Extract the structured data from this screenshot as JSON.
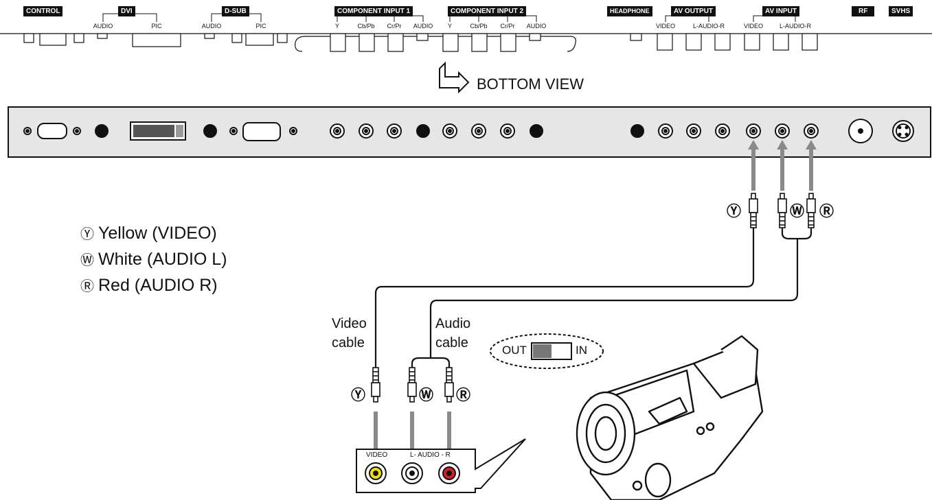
{
  "top_panel": {
    "sections": [
      {
        "id": "control",
        "label": "CONTROL"
      },
      {
        "id": "dvi",
        "label": "DVI",
        "subs": [
          "AUDIO",
          "PIC"
        ]
      },
      {
        "id": "dsub",
        "label": "D-SUB",
        "subs": [
          "AUDIO",
          "PIC"
        ]
      },
      {
        "id": "comp1",
        "label": "COMPONENT INPUT 1",
        "subs": [
          "Y",
          "Cb/Pb",
          "Cr/Pr",
          "AUDIO"
        ]
      },
      {
        "id": "comp2",
        "label": "COMPONENT INPUT 2",
        "subs": [
          "Y",
          "Cb/Pb",
          "Cr/Pr",
          "AUDIO"
        ]
      },
      {
        "id": "headphone",
        "label": "HEADPHONE"
      },
      {
        "id": "avout",
        "label": "AV OUTPUT",
        "subs": [
          "VIDEO",
          "L-AUDIO-R"
        ]
      },
      {
        "id": "avin",
        "label": "AV INPUT",
        "subs": [
          "VIDEO",
          "L-AUDIO-R"
        ]
      },
      {
        "id": "rf",
        "label": "RF"
      },
      {
        "id": "svhs",
        "label": "SVHS"
      }
    ]
  },
  "bottom_view_label": "BOTTOM VIEW",
  "legend": [
    {
      "symbol": "Ⓨ",
      "text": "Yellow (VIDEO)"
    },
    {
      "symbol": "Ⓦ",
      "text": "White (AUDIO L)"
    },
    {
      "symbol": "Ⓡ",
      "text": "Red (AUDIO R)"
    }
  ],
  "cables": {
    "video": [
      "Video",
      "cable"
    ],
    "audio": [
      "Audio",
      "cable"
    ]
  },
  "switch": {
    "out": "OUT",
    "in": "IN"
  },
  "plug_symbols": {
    "y": "Ⓨ",
    "w": "Ⓦ",
    "r": "Ⓡ"
  },
  "camcorder_jacks": {
    "video": "VIDEO",
    "audio": "L- AUDIO - R"
  },
  "colors": {
    "yellow": "#f2e000",
    "red": "#d42020",
    "panel": "#e6e6e6",
    "arrow": "#8a8a8a"
  }
}
